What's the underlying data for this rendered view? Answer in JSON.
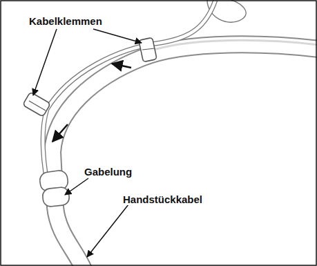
{
  "diagram": {
    "labels": [
      "Kabelklemmen",
      "Gabelung",
      "Handstückkabel"
    ]
  }
}
